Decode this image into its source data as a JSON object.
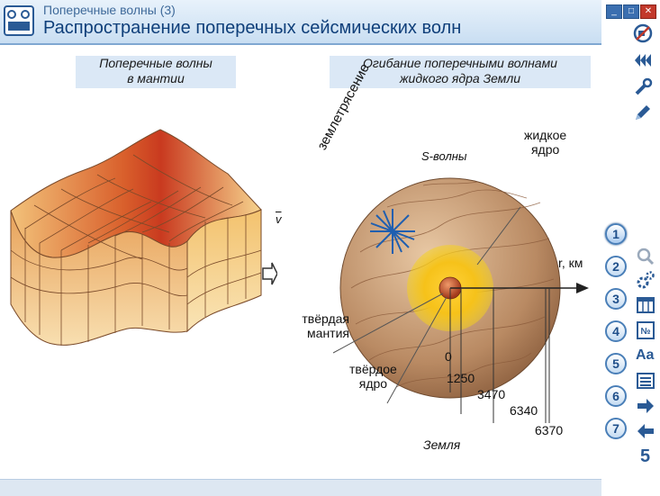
{
  "window": {
    "subtitle": "Поперечные волны (3)",
    "title": "Распространение поперечных сейсмических волн",
    "controls": [
      "_",
      "□",
      "✕"
    ]
  },
  "captions": {
    "left": [
      "Поперечные волны",
      "в мантии"
    ],
    "right": [
      "Огибание поперечными волнами",
      "жидкого ядра Земли"
    ]
  },
  "diagram": {
    "velocity_vector": "v",
    "earthquake": "землетрясение",
    "s_waves": "S-волны",
    "liquid_core": [
      "жидкое",
      "ядро"
    ],
    "solid_mantle": [
      "твёрдая",
      "мантия"
    ],
    "solid_core": [
      "твёрдое",
      "ядро"
    ],
    "axis_label": "r, км",
    "radii": [
      "0",
      "1250",
      "3470",
      "6340",
      "6370"
    ],
    "earth": "Земля"
  },
  "nav": {
    "steps": [
      "1",
      "2",
      "3",
      "4",
      "5",
      "6",
      "7"
    ],
    "active_step": "1",
    "page_number": "5",
    "font_button": "Aa"
  },
  "colors": {
    "accent": "#2a64a6",
    "caption_bg": "#dbe8f6",
    "earth": "#b98a63",
    "core_glow": "#f6d21a"
  }
}
